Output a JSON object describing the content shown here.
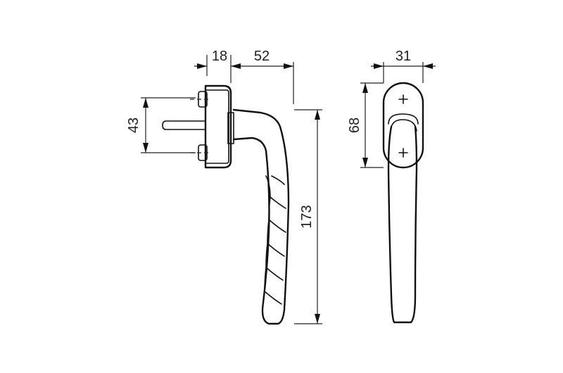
{
  "dimensions": {
    "rose_thickness": "18",
    "handle_offset": "52",
    "spindle_spacing": "43",
    "overall_height": "173",
    "rose_width": "31",
    "rose_height": "68"
  }
}
